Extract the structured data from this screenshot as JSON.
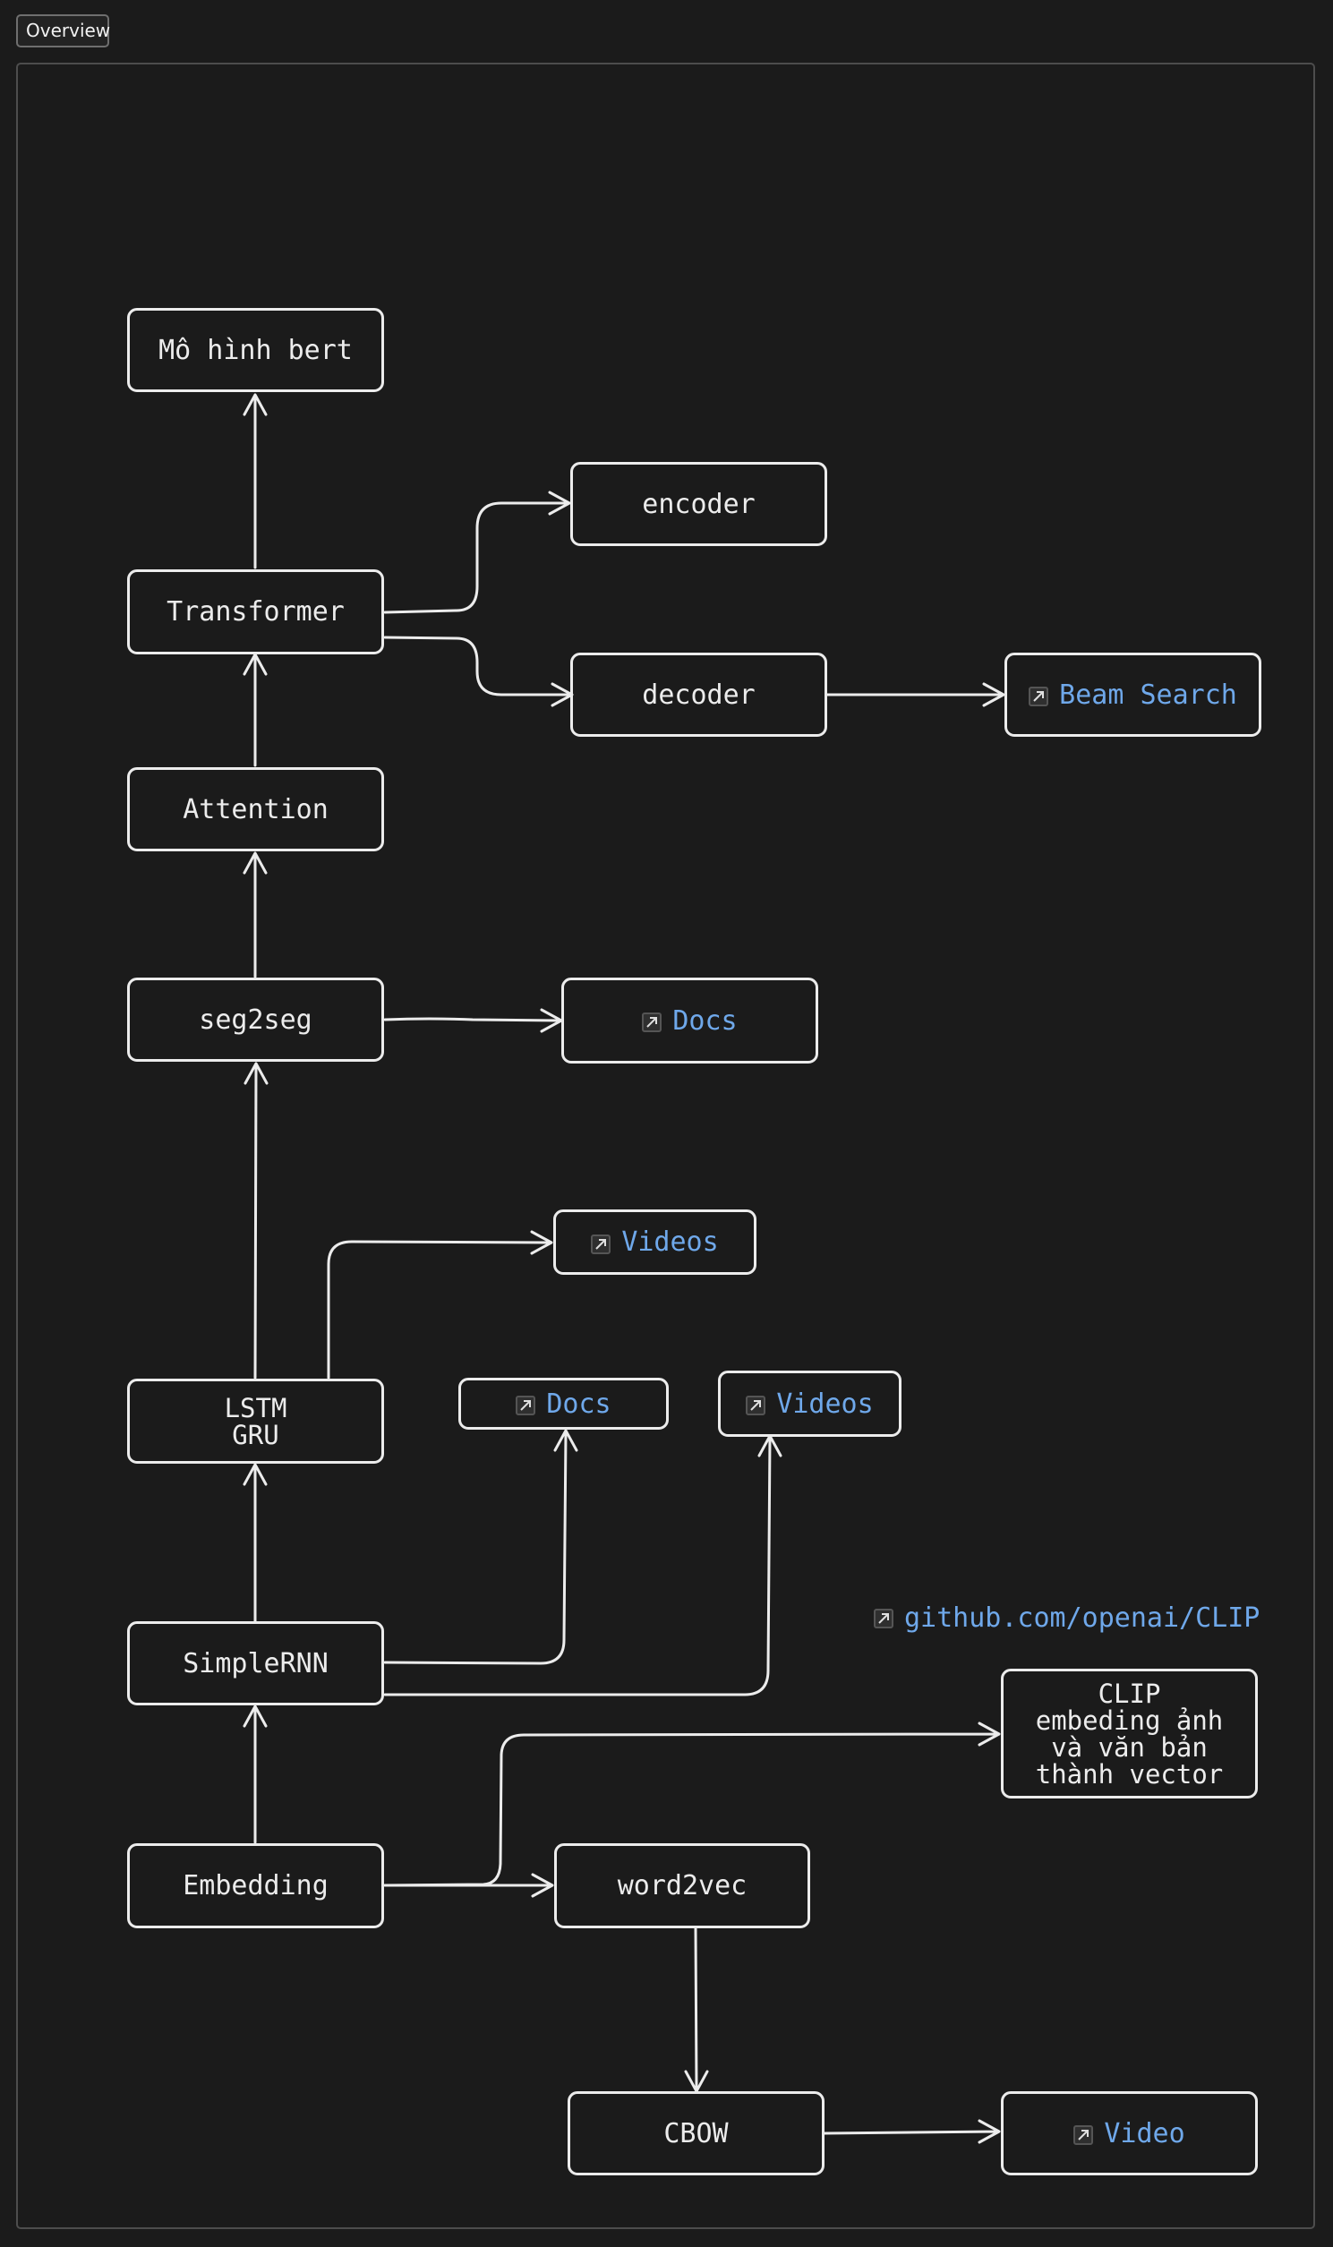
{
  "toolbar": {
    "overview_label": "Overview"
  },
  "nodes": {
    "bert": "Mô hình bert",
    "transformer": "Transformer",
    "encoder": "encoder",
    "decoder": "decoder",
    "beam_search": "Beam Search",
    "attention": "Attention",
    "seg2seg": "seg2seg",
    "docs_seg2seg": "Docs",
    "videos_lstm": "Videos",
    "lstm_gru": "LSTM\nGRU",
    "docs_rnn": "Docs",
    "videos_rnn": "Videos",
    "simple_rnn": "SimpleRNN",
    "github_clip": "github.com/openai/CLIP",
    "clip": "CLIP\nembeding ảnh\nvà văn bản\nthành vector",
    "embedding": "Embedding",
    "word2vec": "word2vec",
    "cbow": "CBOW",
    "video_cbow": "Video"
  },
  "colors": {
    "background": "#1b1b1b",
    "stroke": "#ececec",
    "link": "#6fa8ea",
    "frame": "#4d4d4d"
  },
  "icons": {
    "external_link": "external-link-icon"
  }
}
